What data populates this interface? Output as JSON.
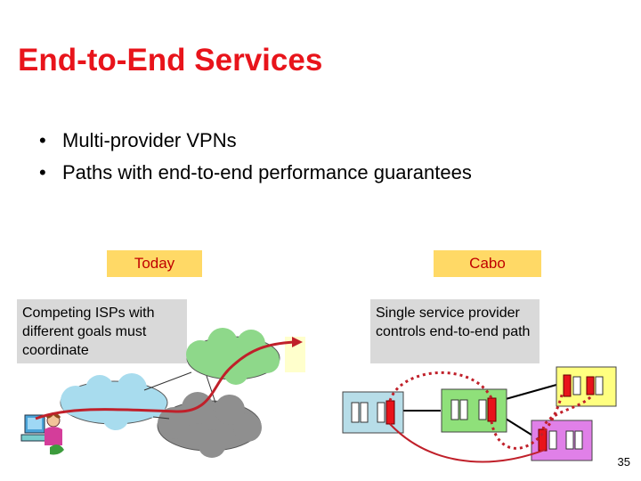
{
  "slide": {
    "title": "End-to-End Services",
    "bullets": [
      "Multi-provider VPNs",
      "Paths with end-to-end performance guarantees"
    ],
    "page_number": "35"
  },
  "today": {
    "label": "Today",
    "description": "Competing ISPs with different goals must coordinate"
  },
  "cabo": {
    "label": "Cabo",
    "description": "Single service provider controls end-to-end path"
  },
  "colors": {
    "title": "#e8141b",
    "label_bg": "#ffd966",
    "label_text": "#c00000",
    "gray_box": "#d9d9d9",
    "path": "#c0202a",
    "node_blue": "#b7dde8",
    "node_green": "#8fe07a",
    "node_yellow": "#ffff80",
    "node_magenta": "#e080e8",
    "cloud_green": "#8ed88a",
    "cloud_blue": "#a8dcee",
    "cloud_gray": "#8f8f8f"
  }
}
